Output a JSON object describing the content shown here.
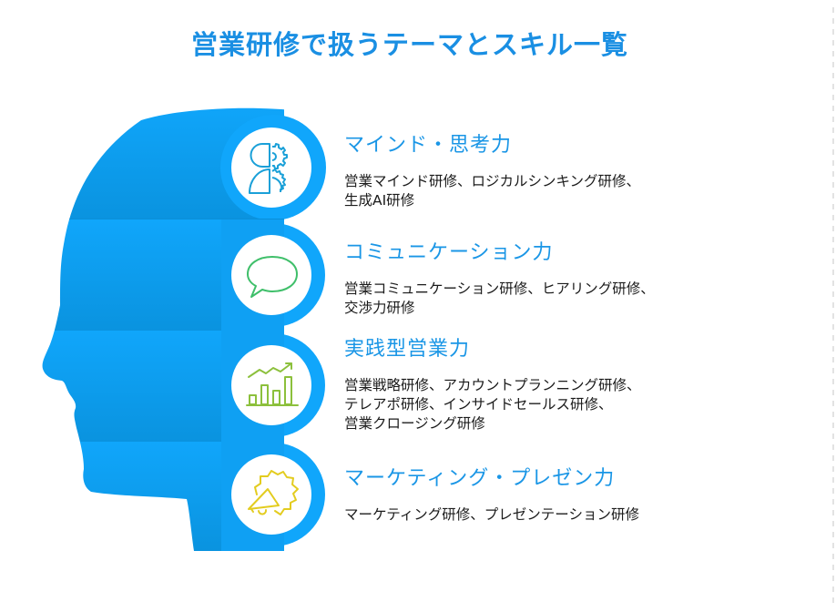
{
  "title": "営業研修で扱うテーマとスキル一覧",
  "colors": {
    "title": "#1a8fe3",
    "head_light": "#10a6fb",
    "head_dark": "#0a93df",
    "heading": "#1a96e6",
    "body_text": "#1b1b1b",
    "icon_mind": "#1aa0d8",
    "icon_communication": "#3fbf6a",
    "icon_practice": "#8cc03c",
    "icon_marketing": "#e3cc1f"
  },
  "sections": [
    {
      "heading": "マインド・思考力",
      "icon": "brain-gear-icon",
      "lines": [
        "営業マインド研修、ロジカルシンキング研修、",
        "生成AI研修"
      ]
    },
    {
      "heading": "コミュニケーション力",
      "icon": "speech-bubble-icon",
      "lines": [
        "営業コミュニケーション研修、ヒアリング研修、",
        "交渉力研修"
      ]
    },
    {
      "heading": "実践型営業力",
      "icon": "growth-chart-icon",
      "lines": [
        "営業戦略研修、アカウントプランニング研修、",
        "テレアポ研修、インサイドセールス研修、",
        "営業クロージング研修"
      ]
    },
    {
      "heading": "マーケティング・プレゼン力",
      "icon": "megaphone-icon",
      "lines": [
        "マーケティング研修、プレゼンテーション研修"
      ]
    }
  ]
}
